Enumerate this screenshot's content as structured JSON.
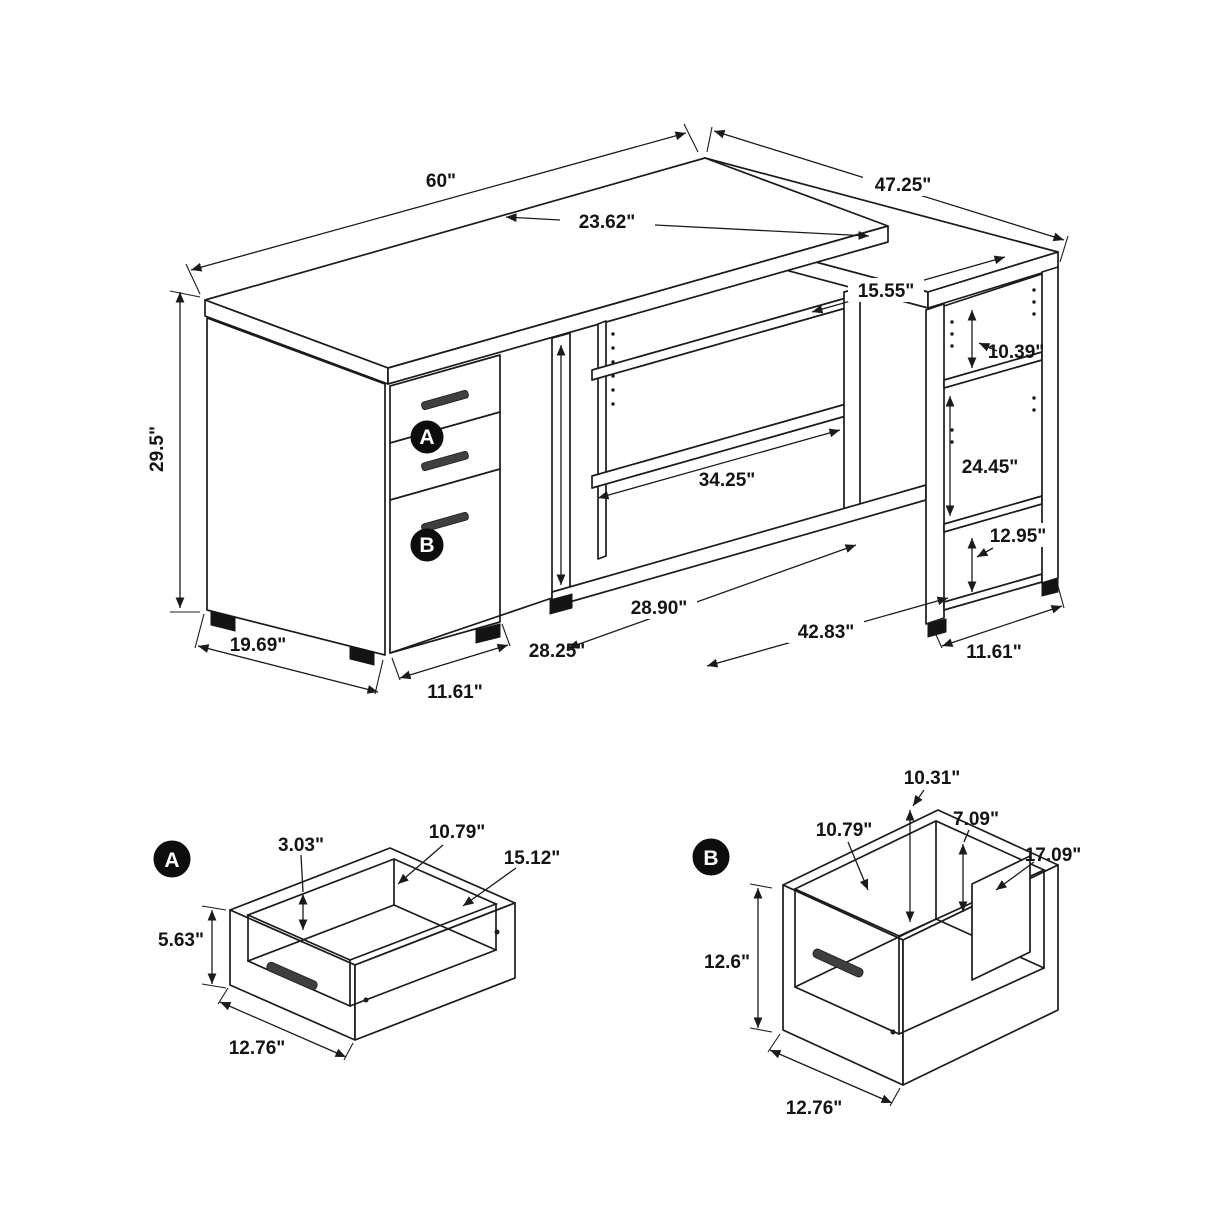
{
  "main": {
    "badge_a": "A",
    "badge_b": "B",
    "dims": {
      "desk_width": "60\"",
      "return_length": "47.25\"",
      "desk_depth": "23.62\"",
      "return_depth": "15.55\"",
      "top_shelf_gap": "10.39\"",
      "desk_height": "29.5\"",
      "shelf_width": "34.25\"",
      "middle_shelf_gap": "24.45\"",
      "bottom_shelf_gap": "12.95\"",
      "corner_clearance": "28.90\"",
      "return_base_length": "42.83\"",
      "side_panel_height": "28.25\"",
      "pedestal_base_depth": "19.69\"",
      "pedestal_base_width": "11.61\"",
      "bookcase_base_width": "11.61\""
    }
  },
  "detail_a": {
    "badge": "A",
    "dims": {
      "wall_offset": "3.03\"",
      "interior_width": "10.79\"",
      "interior_depth": "15.12\"",
      "height": "5.63\"",
      "width": "12.76\""
    }
  },
  "detail_b": {
    "badge": "B",
    "dims": {
      "back_height": "10.31\"",
      "rail_offset": "7.09\"",
      "interior_width": "10.79\"",
      "interior_depth": "17.09\"",
      "height": "12.6\"",
      "width": "12.76\""
    }
  }
}
